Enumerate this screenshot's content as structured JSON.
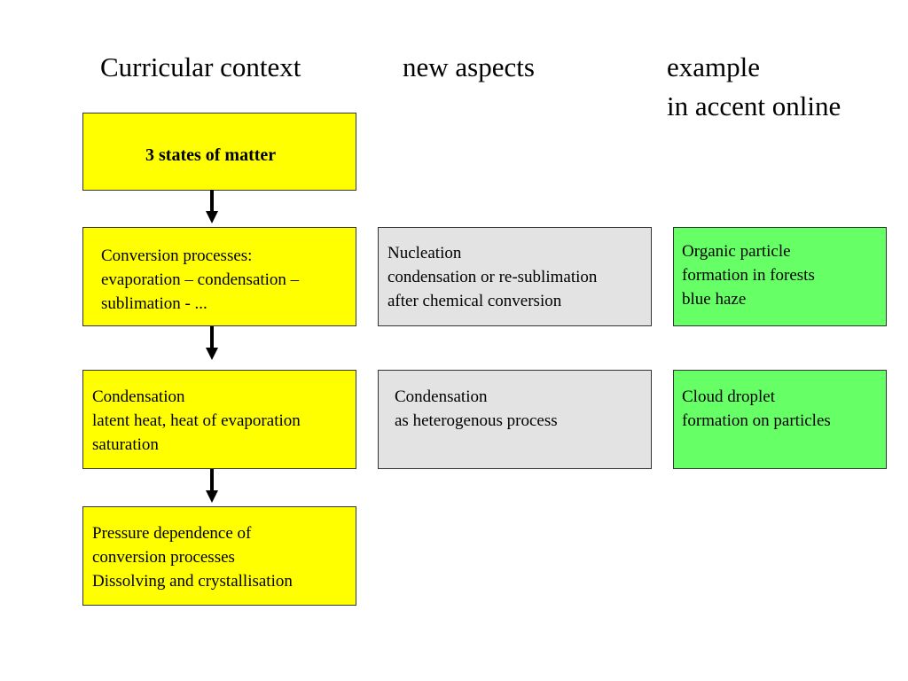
{
  "headings": {
    "curricular_context": "Curricular context",
    "new_aspects": "new aspects",
    "example_line1": "example",
    "example_line2": "in accent online"
  },
  "curricular_boxes": {
    "states_of_matter": {
      "lines": [
        "3 states of matter"
      ],
      "color": "#ffff00"
    },
    "conversion_processes": {
      "lines": [
        "Conversion processes:",
        "evaporation – condensation –",
        "sublimation - ..."
      ],
      "color": "#ffff00"
    },
    "condensation": {
      "lines": [
        "Condensation",
        "latent heat, heat of evaporation",
        "saturation"
      ],
      "color": "#ffff00"
    },
    "pressure_dependence": {
      "lines": [
        "Pressure dependence of",
        "conversion processes",
        "Dissolving and crystallisation"
      ],
      "color": "#ffff00"
    }
  },
  "new_aspect_boxes": {
    "nucleation": {
      "lines": [
        "Nucleation",
        "condensation or re-sublimation",
        "after chemical conversion"
      ],
      "color": "#e3e3e3"
    },
    "heterogenous": {
      "lines": [
        "Condensation",
        "as heterogenous process"
      ],
      "color": "#e3e3e3"
    }
  },
  "example_boxes": {
    "organic_particle": {
      "lines": [
        "Organic particle",
        "formation in forests",
        "blue haze"
      ],
      "color": "#66ff66"
    },
    "cloud_droplet": {
      "lines": [
        "Cloud droplet",
        "formation on particles"
      ],
      "color": "#66ff66"
    }
  },
  "connectors": {
    "arrow_color": "#000000",
    "arrow_icon": "arrow-down-icon"
  }
}
